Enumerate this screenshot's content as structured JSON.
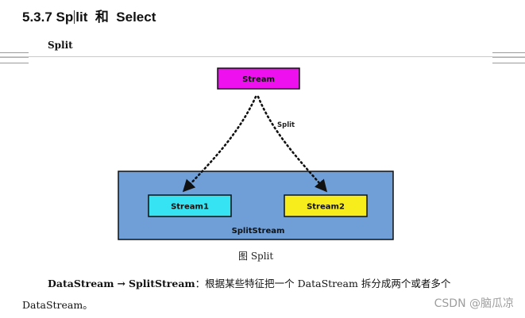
{
  "heading": {
    "number": "5.3.7",
    "title_before_caret": "Sp",
    "title_after_caret": "lit  和  Select"
  },
  "subheading": "Split",
  "diagram": {
    "source": "Stream",
    "edge_label": "Split",
    "container": "SplitStream",
    "outputs": [
      "Stream1",
      "Stream2"
    ],
    "colors": {
      "source_fill": "#ee10ee",
      "container_fill": "#6f9fd6",
      "stream1_fill": "#36e3f2",
      "stream2_fill": "#f7ec1c",
      "outline": "#111111"
    }
  },
  "caption": "图 Split",
  "paragraph": {
    "from": "DataStream",
    "arrow": "→",
    "to": "SplitStream",
    "description": "：根据某些特征把一个 DataStream 拆分成两个或者多个 DataStream。"
  },
  "watermark": "CSDN @脑瓜凉"
}
